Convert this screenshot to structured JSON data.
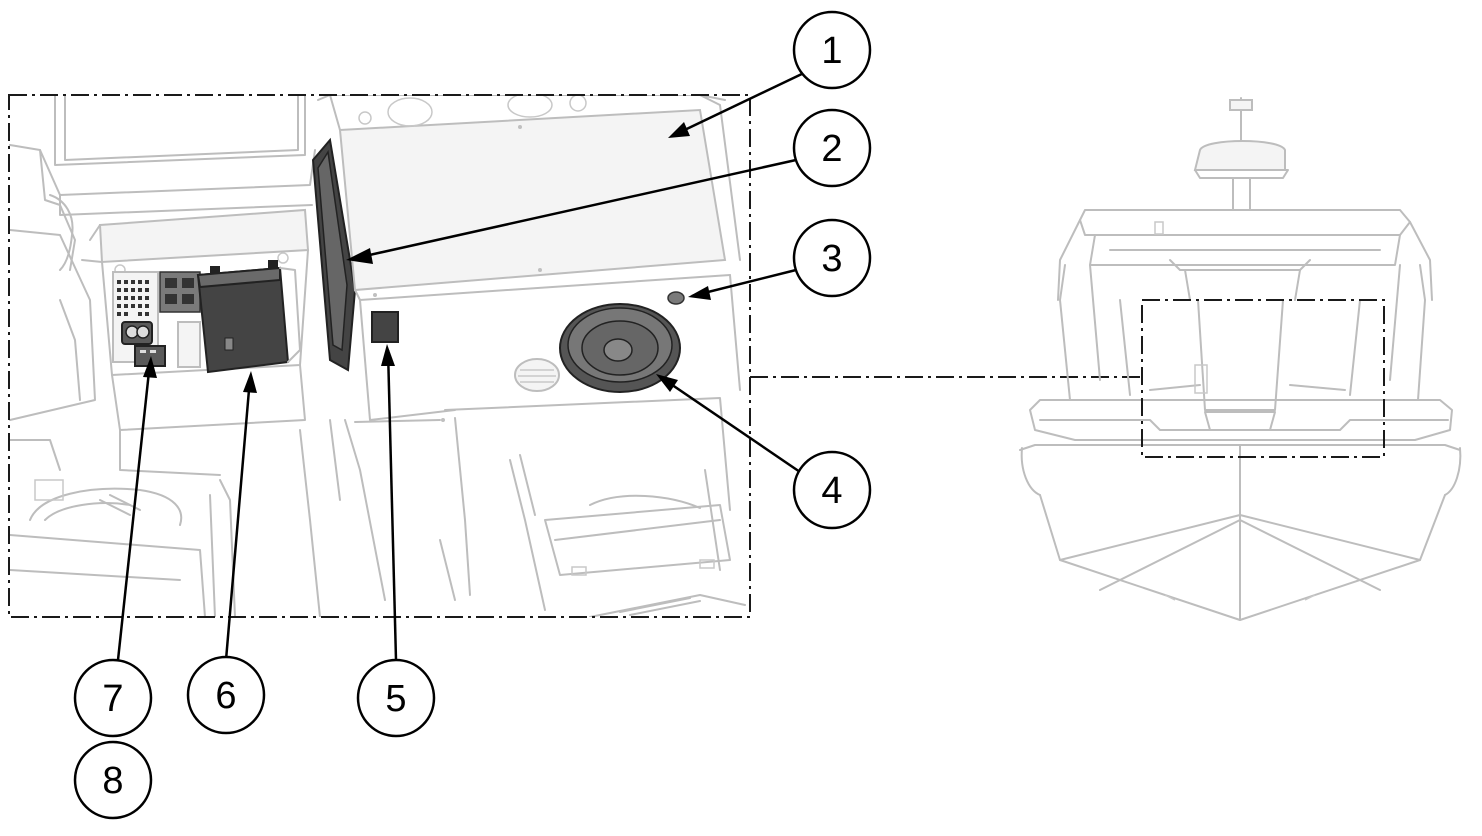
{
  "callouts": [
    {
      "id": "1",
      "label": "1"
    },
    {
      "id": "2",
      "label": "2"
    },
    {
      "id": "3",
      "label": "3"
    },
    {
      "id": "4",
      "label": "4"
    },
    {
      "id": "5",
      "label": "5"
    },
    {
      "id": "6",
      "label": "6"
    },
    {
      "id": "7",
      "label": "7"
    },
    {
      "id": "8",
      "label": "8"
    }
  ],
  "colors": {
    "line_art": "#bdbdbd",
    "highlight_parts": "#444444",
    "callout_stroke": "#000000",
    "background": "#ffffff"
  }
}
